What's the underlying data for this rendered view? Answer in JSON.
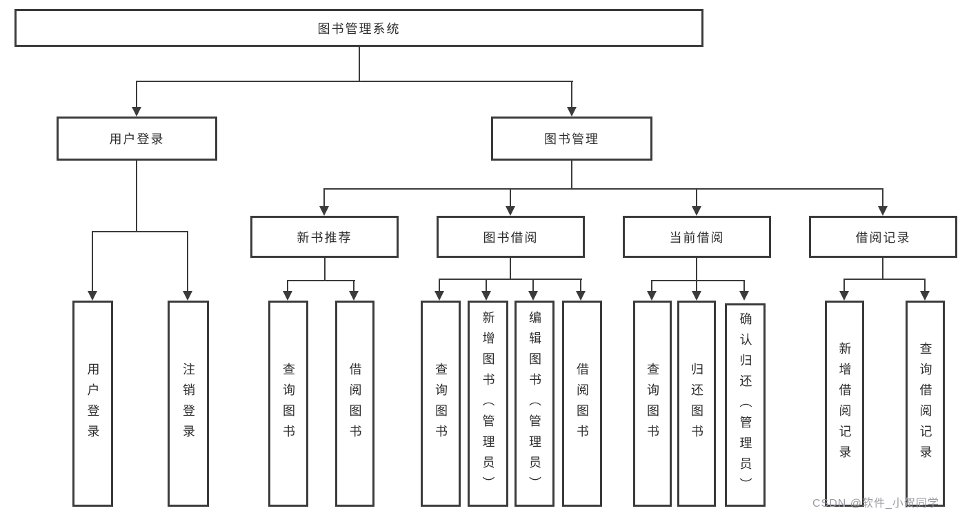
{
  "diagram": {
    "title_node": "图书管理系统",
    "level2": {
      "user_login": "用户登录",
      "book_management": "图书管理"
    },
    "level3": {
      "new_book_recommend": "新书推荐",
      "book_borrow": "图书借阅",
      "current_borrow": "当前借阅",
      "borrow_records": "借阅记录"
    },
    "leaves": {
      "user_login": [
        "用户登录",
        "注销登录"
      ],
      "new_book_recommend": [
        "查询图书",
        "借阅图书"
      ],
      "book_borrow": [
        "查询图书",
        "新增图书（管理员）",
        "编辑图书（管理员）",
        "借阅图书"
      ],
      "current_borrow": [
        "查询图书",
        "归还图书",
        "确认归还（管理员）"
      ],
      "borrow_records": [
        "新增借阅记录",
        "查询借阅记录"
      ]
    }
  },
  "watermark": "CSDN @软件_小贺同学",
  "colors": {
    "line": "#3b3b3b",
    "text": "#2d2d2d",
    "watermark": "#9b9ba3",
    "background": "#ffffff"
  }
}
